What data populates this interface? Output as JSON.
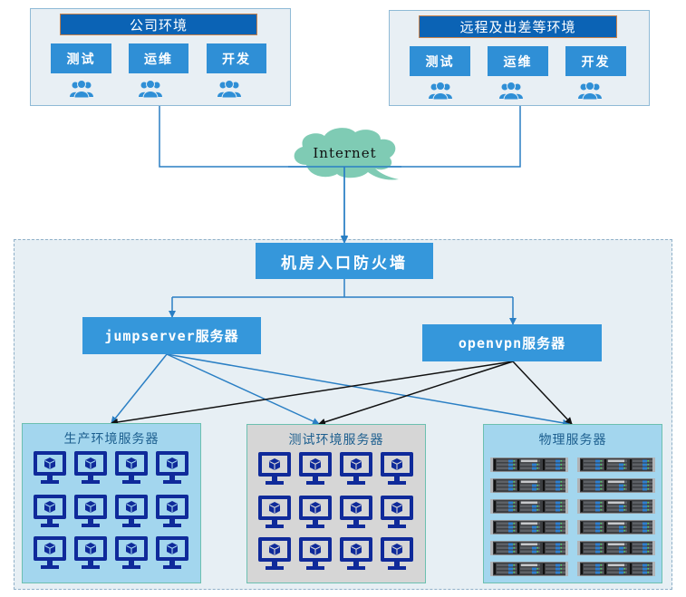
{
  "top_left": {
    "title": "公司环境",
    "roles": [
      "测试",
      "运维",
      "开发"
    ]
  },
  "top_right": {
    "title": "远程及出差等环境",
    "roles": [
      "测试",
      "运维",
      "开发"
    ]
  },
  "internet": {
    "label": "Internet"
  },
  "datacenter": {
    "firewall": "机房入口防火墙",
    "jumpserver": "jumpserver服务器",
    "openvpn": "openvpn服务器",
    "groups": [
      {
        "title": "生产环境服务器",
        "icon": "monitor-cube-icon",
        "count": 12
      },
      {
        "title": "测试环境服务器",
        "icon": "monitor-cube-icon",
        "count": 12
      },
      {
        "title": "物理服务器",
        "icon": "rack-server-icon",
        "count": 12
      }
    ]
  },
  "colors": {
    "title_bar": "#0b63b5",
    "role_button": "#2f8fd6",
    "node": "#3597db",
    "cloud": "#7fcbb4",
    "blue_link": "#2a7fc4",
    "black_link": "#111111",
    "prod_bg": "#a3d6ee",
    "test_bg": "#d6d6d6",
    "phys_bg": "#a3d6ee",
    "monitor": "#0f2a9a"
  }
}
